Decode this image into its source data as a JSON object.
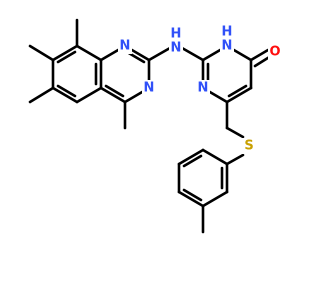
{
  "molecule": {
    "atoms": {
      "n_quin_top": "N",
      "n_quin_bottom": "N",
      "nh_linker": "N",
      "nh_linker_h": "H",
      "n_pyr_left": "N",
      "nh_pyr": "N",
      "nh_pyr_h": "H",
      "o_carbonyl": "O",
      "s_thioether": "S"
    },
    "colors": {
      "bond": "#000000",
      "nitrogen": "#3050F8",
      "oxygen": "#FF0D0D",
      "sulfur": "#C8A000",
      "hydrogen": "#3050F8"
    }
  }
}
